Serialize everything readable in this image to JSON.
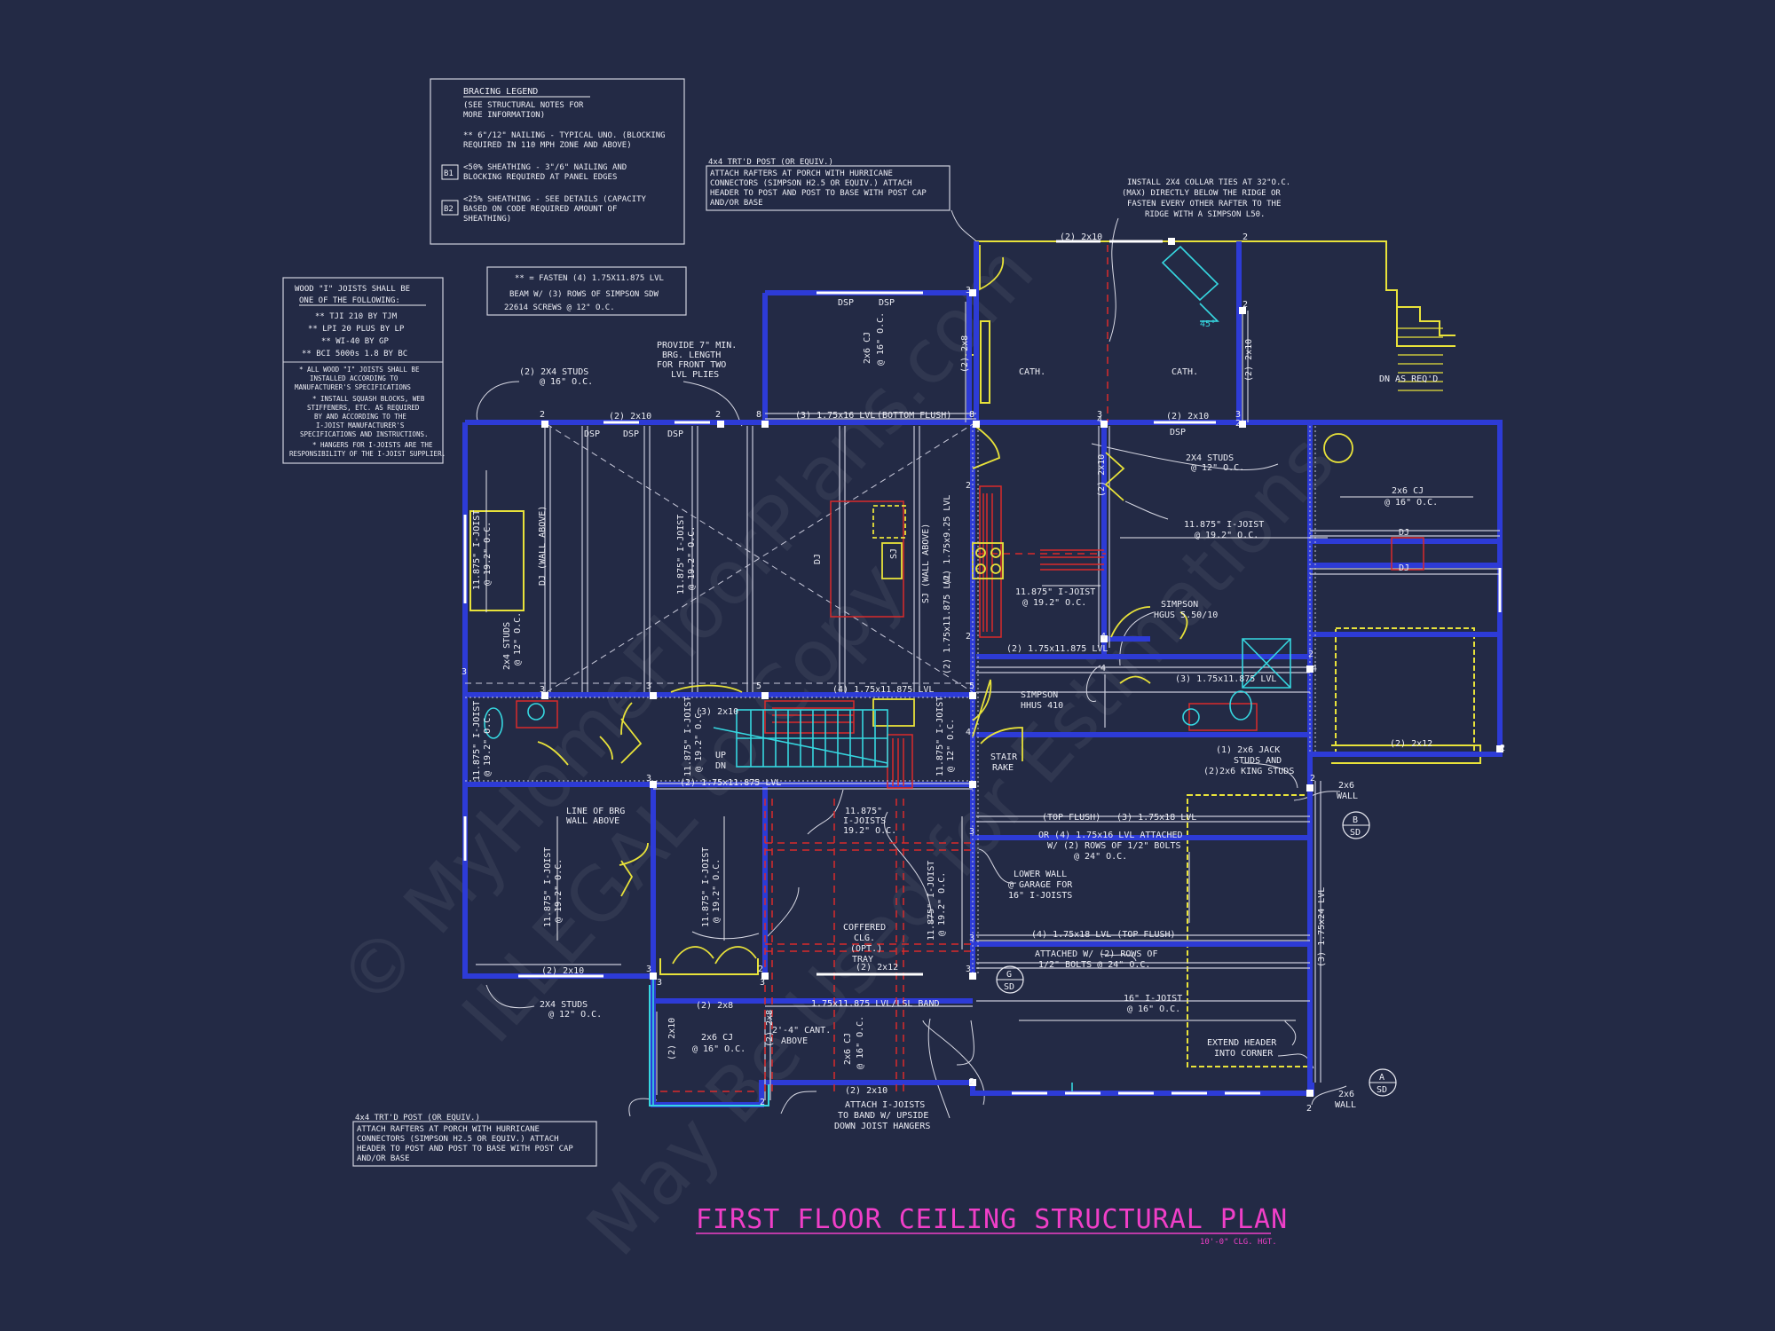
{
  "title": "FIRST FLOOR CEILING STRUCTURAL PLAN",
  "subtitle": "10'-0\" CLG. HGT.",
  "watermark": [
    "© MyHomeFloorPlans.com",
    "ILLEGAL to Copy",
    "May Be Used for Estimations"
  ],
  "colors": {
    "background": "#232a45",
    "walls": "#2d3bd6",
    "title": "#f03fc8",
    "yellow": "#e8e23a",
    "red": "#d92b2b",
    "cyan": "#36d7e0"
  },
  "bracing_legend": {
    "heading": "BRACING LEGEND",
    "lines": [
      "(SEE STRUCTURAL NOTES FOR",
      "MORE INFORMATION)"
    ],
    "nailing": [
      "** 6\"/12\" NAILING - TYPICAL UNO. (BLOCKING",
      "REQUIRED IN 110 MPH ZONE AND ABOVE)"
    ],
    "b1_tag": "B1",
    "b1": [
      "<50% SHEATHING - 3\"/6\" NAILING AND",
      "BLOCKING REQUIRED AT PANEL EDGES"
    ],
    "b2_tag": "B2",
    "b2": [
      "<25% SHEATHING - SEE DETAILS (CAPACITY",
      "BASED ON CODE REQUIRED AMOUNT OF",
      "SHEATHING)"
    ]
  },
  "fasten_note": [
    "** = FASTEN (4) 1.75X11.875 LVL",
    "BEAM W/ (3) ROWS OF SIMPSON SDW",
    "22614 SCREWS @ 12\" O.C."
  ],
  "joist_note": {
    "heading": [
      "WOOD \"I\" JOISTS SHALL BE",
      "ONE OF THE FOLLOWING:"
    ],
    "options": [
      "** TJI 210 BY TJM",
      "** LPI 20 PLUS BY LP",
      "** WI-40 BY GP",
      "** BCI 5000s 1.8 BY BC"
    ],
    "notes": [
      "* ALL WOOD \"I\" JOISTS SHALL BE",
      "INSTALLED ACCORDING TO",
      "MANUFACTURER'S SPECIFICATIONS",
      "* INSTALL SQUASH BLOCKS, WEB",
      "STIFFENERS, ETC. AS REQUIRED",
      "BY AND ACCORDING TO THE",
      "I-JOIST MANUFACTURER'S",
      "SPECIFICATIONS AND INSTRUCTIONS.",
      "* HANGERS FOR I-JOISTS ARE THE",
      "RESPONSIBILITY OF THE I-JOIST SUPPLIER."
    ]
  },
  "post_note_top": [
    "4x4 TRT'D POST (OR EQUIV.)",
    "ATTACH RAFTERS AT PORCH WITH HURRICANE",
    "CONNECTORS (SIMPSON H2.5 OR EQUIV.) ATTACH",
    "HEADER TO POST AND POST TO BASE WITH POST CAP",
    "AND/OR BASE"
  ],
  "post_note_bottom": [
    "4x4 TRT'D POST (OR EQUIV.)",
    "ATTACH RAFTERS AT PORCH WITH HURRICANE",
    "CONNECTORS (SIMPSON H2.5 OR EQUIV.) ATTACH",
    "HEADER TO POST AND POST TO BASE WITH POST CAP",
    "AND/OR BASE"
  ],
  "collar_note": [
    "INSTALL 2X4 COLLAR TIES AT 32\"O.C.",
    "(MAX) DIRECTLY BELOW THE RIDGE OR",
    "FASTEN EVERY OTHER RAFTER TO THE",
    "RIDGE WITH A SIMPSON L50."
  ],
  "labels": {
    "bearing": [
      "PROVIDE 7\" MIN.",
      "BRG. LENGTH",
      "FOR FRONT TWO",
      "LVL PLIES"
    ],
    "studs_top": [
      "(2) 2X4 STUDS",
      "@ 16\" O.C."
    ],
    "studs_mid": [
      "2X4 STUDS",
      "@ 12\" O.C."
    ],
    "studs_bottom": [
      "2X4 STUDS",
      "@ 12\" O.C."
    ],
    "studs_left": [
      "2x4 STUDS",
      "@ 12\" O.C."
    ],
    "cath_left": "CATH.",
    "cath_right": "CATH.",
    "dn": "DN AS REQ'D",
    "deg": "45°",
    "dsp1": "DSP",
    "dsp2": "DSP",
    "dsp3": "DSP",
    "dsp4": "DSP",
    "dsp5": "DSP",
    "dsp6": "DSP",
    "h2x10a": "(2) 2x10",
    "h2x10b": "(2) 2x10",
    "h2x10c": "(2) 2x10",
    "h2x10d": "(2) 2x10",
    "h2x10e": "(2) 2x10",
    "h2x10f": "(3) 2x10",
    "lvl_front": "(3) 1.75x16 LVL",
    "bottom_flush": "(BOTTOM FLUSH)",
    "cj_top": [
      "2x6 CJ",
      "@ 16\" O.C."
    ],
    "cj_right": [
      "2x6 CJ",
      "@ 16\" O.C."
    ],
    "cj_bottom": [
      "2x6 CJ",
      "@ 16\" O.C."
    ],
    "cj_bottom2": [
      "2x6 CJ",
      "@ 16\" O.C."
    ],
    "ijoist_right": [
      "11.875\" I-JOIST",
      "@ 19.2\" O.C."
    ],
    "ijoist_mid": [
      "11.875\" I-JOIST",
      "@ 19.2\" O.C."
    ],
    "ijoist_center": [
      "11.875\"",
      "I-JOISTS",
      "19.2\" O.C."
    ],
    "dj1": "DJ",
    "dj2": "DJ",
    "dj3": "DJ",
    "lvl_a": "(2) 1.75x11.875 LVL",
    "lvl_b": "(2) 1.75x11.875 LVL",
    "lvl_c": "(3) 1.75x11.875 LVL",
    "lvl_d": "(4) 1.75x11.875 LVL",
    "lvl_e": "(2) 1.75x11.875 LVL",
    "simpson1": [
      "SIMPSON",
      "HGUS 5.50/10"
    ],
    "simpson2": [
      "SIMPSON",
      "HHUS 410"
    ],
    "stair": [
      "STAIR",
      "RAKE"
    ],
    "updn": [
      "UP",
      "DN"
    ],
    "bearing_wall": [
      "LINE OF BRG",
      "WALL ABOVE"
    ],
    "top_flush": "(TOP FLUSH)",
    "lvl_f": "(3) 1.75x18 LVL",
    "lvl_f2": [
      "OR (4) 1.75x16 LVL ATTACHED",
      "W/ (2) ROWS OF 1/2\" BOLTS",
      "@ 24\" O.C."
    ],
    "lower_wall": [
      "LOWER WALL",
      "@ GARAGE FOR",
      "16\" I-JOISTS"
    ],
    "lvl_g": "(4) 1.75x18 LVL (TOP FLUSH)",
    "lvl_g2": [
      "ATTACHED W/ (2) ROWS OF",
      "1/2\" BOLTS @ 24\" O.C."
    ],
    "ijoist16": [
      "16\" I-JOIST",
      "@ 16\" O.C."
    ],
    "header_corner": [
      "EXTEND HEADER",
      "INTO CORNER"
    ],
    "jack": [
      "(1) 2x6 JACK",
      "STUDS AND",
      "(2)2x6 KING STUDS"
    ],
    "wall_a": [
      "2x6",
      "WALL"
    ],
    "wall_b": [
      "2x6",
      "WALL"
    ],
    "lvl_side": "(3) 1.75x24 LVL",
    "h2x12a": "(2) 2x12",
    "h2x12b": "(2) 2x12",
    "coffered": [
      "COFFERED",
      "CLG.",
      "(OPT.)",
      "TRAY"
    ],
    "band": "1.75x11.875 LVL/LSL BAND",
    "cant": [
      "2'-4\" CANT.",
      "ABOVE"
    ],
    "hangers": [
      "ATTACH I-JOISTS",
      "TO BAND W/ UPSIDE",
      "DOWN JOIST HANGERS"
    ],
    "h2x8a": "(2) 2x8",
    "h2x8b": "(2) 2x8",
    "h2x8c": "(2) 2x8",
    "h2x10v1": "(2) 2x10",
    "h2x10v2": "(2) 2x10",
    "h2x10v3": "(2) 2x10",
    "wall_above": "DJ (WALL ABOVE)",
    "sj_above": "SJ (WALL ABOVE)",
    "sj": "SJ",
    "lvl_v": "(2) 1.75x9.25 LVL",
    "ij_left": [
      "11.875\" I-JOIST",
      "@ 19.2\" O.C."
    ],
    "ij_left2": [
      "11.875\" I-JOIST",
      "@ 19.2\" O.C."
    ],
    "ij_lower": [
      "11.875\" I-JOIST",
      "@ 19.2\" O.C."
    ],
    "ij_lower2": [
      "11.875\" I-JOIST",
      "@ 19.2\" O.C."
    ],
    "ij_lower3": [
      "11.875\" I-JOIST",
      "@ 19.2\" O.C."
    ],
    "ij_stair": [
      "11.875\" I-JOIST",
      "@ 19.2\" O.C."
    ],
    "ij_stair2": [
      "11.875\" I-JOIST",
      "@ 19.2\" O.C."
    ],
    "ij_v1": [
      "11.875\" I-JOIST",
      "@ 12\" O.C."
    ]
  },
  "section_markers": [
    {
      "letter": "B",
      "sheet": "SD"
    },
    {
      "letter": "G",
      "sheet": "SD"
    },
    {
      "letter": "A",
      "sheet": "SD"
    }
  ],
  "point_loads": [
    "2",
    "2",
    "8",
    "8",
    "3",
    "3",
    "3",
    "3",
    "3",
    "5",
    "5",
    "2",
    "2",
    "4",
    "4",
    "4",
    "2",
    "2",
    "3",
    "3",
    "3",
    "2",
    "3",
    "3",
    "3",
    "2",
    "2",
    "3",
    "3",
    "2",
    "2",
    "2",
    "2",
    "4",
    "4",
    "2"
  ]
}
